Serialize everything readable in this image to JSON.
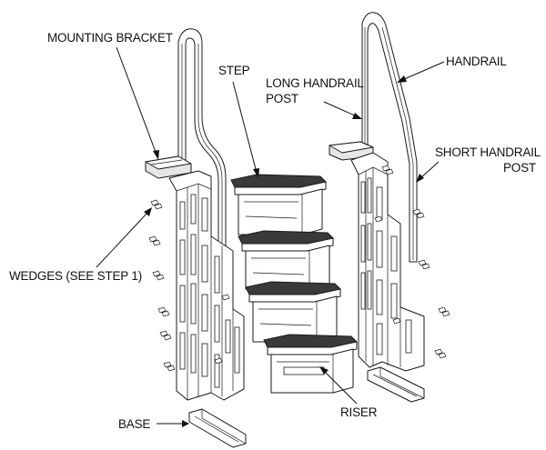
{
  "labels": {
    "mounting_bracket": "MOUNTING BRACKET",
    "step": "STEP",
    "long_handrail_post_1": "LONG HANDRAIL",
    "long_handrail_post_2": "POST",
    "handrail": "HANDRAIL",
    "short_handrail_post_1": "SHORT HANDRAIL",
    "short_handrail_post_2": "POST",
    "wedges": "WEDGES (SEE STEP 1)",
    "base": "BASE",
    "riser": "RISER"
  }
}
